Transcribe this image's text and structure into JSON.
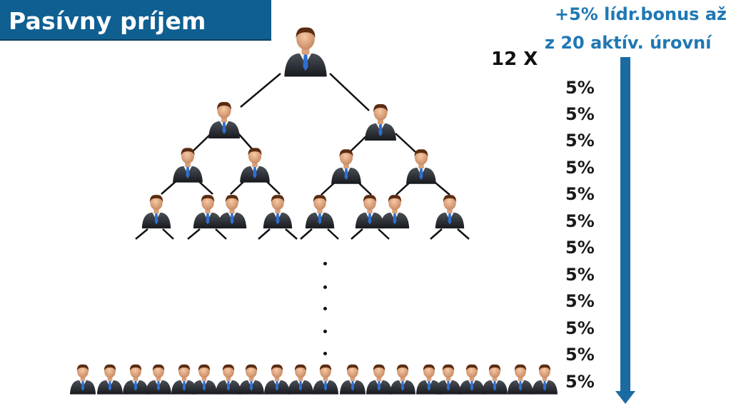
{
  "title": "Pasívny príjem",
  "bonus_line1": "+5% lídr.bonus až",
  "bonus_line2": "z 20 aktív. úrovní",
  "multiplier": "12 X",
  "levels": [
    "5%",
    "5%",
    "5%",
    "5%",
    "5%",
    "5%",
    "5%",
    "5%",
    "5%",
    "5%",
    "5%",
    "5%"
  ],
  "icon": "businessman-icon",
  "colors": {
    "title_bg": "#0f5f91",
    "accent_text": "#1f78b4",
    "arrow": "#1b6aa2"
  }
}
